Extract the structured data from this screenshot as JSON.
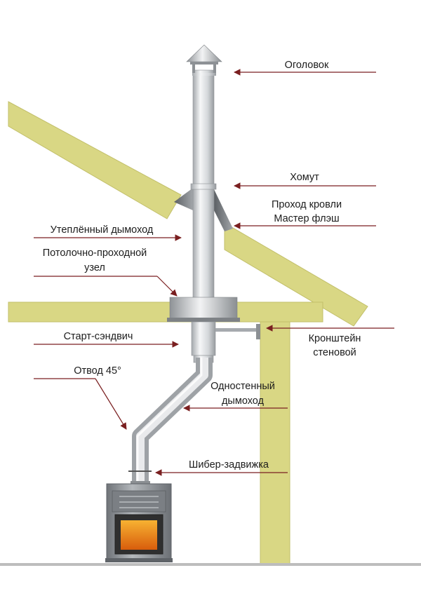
{
  "colors": {
    "wood": "#d9d784",
    "wood_edge": "#c2bf6a",
    "pipe_light": "#f4f5f6",
    "pipe_dark": "#9ea2a6",
    "arrow": "#7a1f20",
    "stove_body": "#8d9196",
    "fire": "#e77a14"
  },
  "labels": {
    "cap": "Оголовок",
    "clamp": "Хомут",
    "roof_pass_1": "Проход кровли",
    "roof_pass_2": "Мастер флэш",
    "insulated": "Утеплённый дымоход",
    "ceiling_1": "Потолочно-проходной",
    "ceiling_2": "узел",
    "start_sandwich": "Старт-сэндвич",
    "bracket_1": "Кронштейн",
    "bracket_2": "стеновой",
    "elbow": "Отвод 45°",
    "single_1": "Одностенный",
    "single_2": "дымоход",
    "damper": "Шибер-задвижка"
  }
}
